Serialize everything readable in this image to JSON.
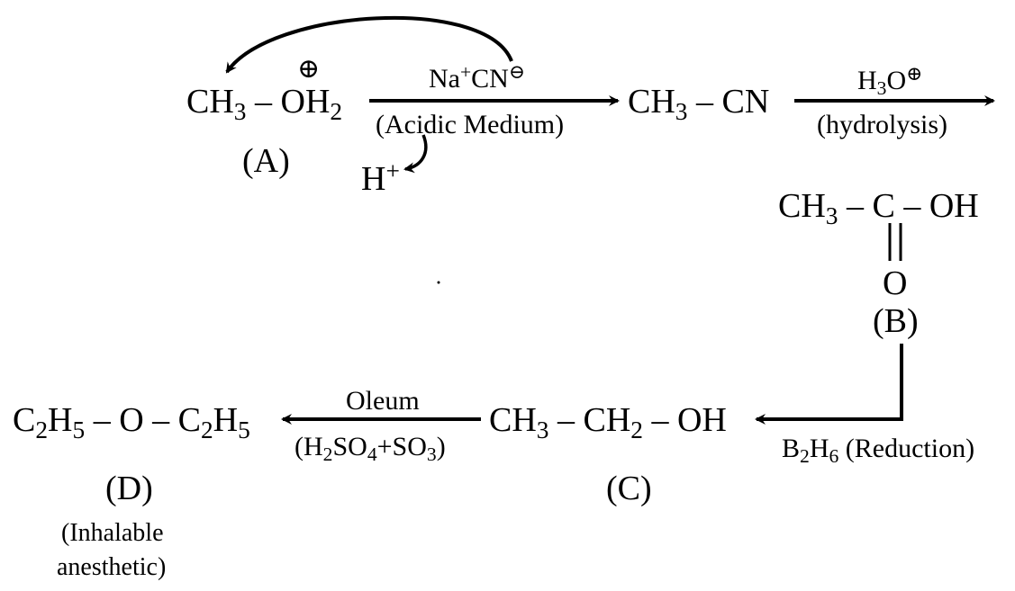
{
  "compound_a": {
    "formula_main": "CH",
    "formula_sub": "3",
    "dash": " – ",
    "o": "O",
    "h": "H",
    "h_sub": "2",
    "charge": "⊕",
    "label": "(A)"
  },
  "step1": {
    "above_na": "Na",
    "above_plus": "+",
    "above_cn": "CN",
    "above_minus": "⊖",
    "below": "(Acidic Medium)",
    "byproduct": "H",
    "byproduct_charge": "+"
  },
  "nitrile": {
    "main": "CH",
    "sub": "3",
    "rest": " – CN"
  },
  "step2": {
    "above_h": "H",
    "above_sub": "3",
    "above_o": "O",
    "above_charge": "⊕",
    "below": "(hydrolysis)"
  },
  "compound_b": {
    "main": "CH",
    "sub": "3",
    "rest": " – C – OH",
    "o": "O",
    "label": "(B)"
  },
  "step3": {
    "b": "B",
    "b_sub": "2",
    "h": "H",
    "h_sub": "6",
    "text": " (Reduction)"
  },
  "compound_c": {
    "p1": "CH",
    "p1_sub": "3",
    "p2": " – CH",
    "p2_sub": "2",
    "p3": " – OH",
    "label": "(C)"
  },
  "step4": {
    "above": "Oleum",
    "b1": "(H",
    "b1_sub": "2",
    "b2": "SO",
    "b2_sub": "4",
    "b3": "+SO",
    "b3_sub": "3",
    "b4": ")"
  },
  "compound_d": {
    "p1": "C",
    "p1_sub": "2",
    "p2": "H",
    "p2_sub": "5",
    "p3": " – O – C",
    "p3_sub": "2",
    "p4": "H",
    "p4_sub": "5",
    "label": "(D)",
    "note_line1": "(Inhalable",
    "note_line2": "anesthetic)"
  }
}
